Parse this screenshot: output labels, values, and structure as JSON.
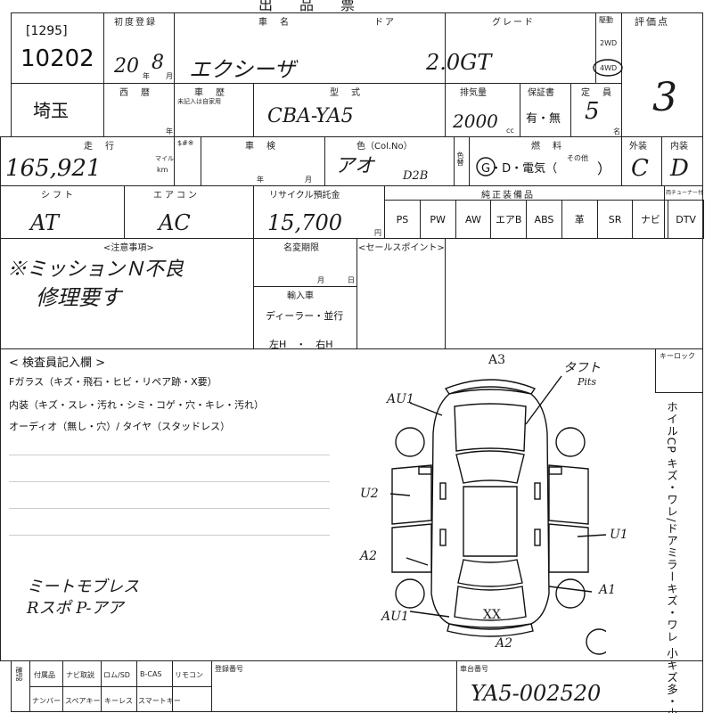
{
  "header": {
    "top_title": "出品票",
    "lot_code": "[1295]",
    "lot_number": "10202",
    "labels": {
      "first_reg": "初度登録",
      "car_name": "車　名",
      "door": "ドア",
      "grade": "グレード",
      "drive": "駆動",
      "score": "評価点",
      "drive_2wd": "2WD",
      "drive_4wd": "4WD",
      "year_unit": "年",
      "month_unit": "月"
    },
    "first_reg_value": "20",
    "first_reg_month": "8",
    "car_name_value": "エクシーザ",
    "grade_value": "2.0GT",
    "score_value": "3"
  },
  "row2": {
    "region": "埼玉",
    "labels": {
      "calendar": "西　暦",
      "history": "車　歴",
      "history_note": "未記入は自家用",
      "model": "型　式",
      "displacement": "排気量",
      "warranty": "保証書",
      "capacity": "定　員",
      "year_unit": "年",
      "cc": "cc",
      "persons": "名"
    },
    "warranty_options": "有・無",
    "model_value": "CBA-YA5",
    "displacement_value": "2000",
    "capacity_value": "5"
  },
  "row3": {
    "labels": {
      "mileage": "走　行",
      "sdollar": "$#※",
      "inspection": "車　検",
      "color": "色（Col.No）",
      "fuel": "燃　料",
      "exterior": "外装",
      "interior": "内装",
      "mile": "マイル",
      "km": "km",
      "year_unit": "年",
      "month_unit": "月",
      "color_change": "色替",
      "fuel_options": "G・D・電気（",
      "fuel_other": "その他",
      "fuel_close": "）"
    },
    "mileage_value": "165,921",
    "color_value": "アオ",
    "color_no": "D2B",
    "exterior_value": "C",
    "interior_value": "D"
  },
  "row4": {
    "labels": {
      "shift": "シフト",
      "aircon": "エアコン",
      "recycle": "リサイクル預託金",
      "yen": "円",
      "genuine": "純正装備品",
      "tuner": "両チューナー付"
    },
    "shift_value": "AT",
    "aircon_value": "AC",
    "recycle_value": "15,700",
    "equipment": [
      "PS",
      "PW",
      "AW",
      "エアB",
      "ABS",
      "革",
      "SR",
      "ナビ",
      "DTV"
    ]
  },
  "row5": {
    "labels": {
      "notes": "<注意事項>",
      "name_change": "名変期限",
      "month_unit": "月",
      "day_unit": "日",
      "import": "輸入車",
      "dealer": "ディーラー・並行",
      "steering": "左H　・　右H",
      "sales_point": "<セールスポイント>"
    },
    "notes_line1": "※ミッションＮ不良",
    "notes_line2": "修理要す"
  },
  "inspector": {
    "title": "< 検査員記入欄 >",
    "glass": "Fガラス（キズ・飛石・ヒビ・リペア跡・X要）",
    "interior": "内装（キズ・スレ・汚れ・シミ・コゲ・穴・キレ・汚れ）",
    "audio": "オーディオ（無し・穴）/ タイヤ（スタッドレス）",
    "note1": "ミートモブレス",
    "note2": "Rスポ P-アア",
    "key_label": "キーロック",
    "side_note": "ホイルCP キズ・ワレ/ドアミラーキズ・ワレ 小キズ多・小U有・補修有",
    "diagram_labels": {
      "a3": "A3",
      "dent": "タフト",
      "pits": "Pits",
      "au1_top": "AU1",
      "u2": "U2",
      "u1": "U1",
      "a2_left": "A2",
      "a1": "A1",
      "au1_bottom": "AU1",
      "xx": "XX",
      "a2_bottom": "A2"
    }
  },
  "footer": {
    "labels": {
      "registry": "登録番号",
      "chassis": "車台番号",
      "preparation": "確認",
      "supplies": "付属品",
      "navi": "ナビ取説",
      "rom": "ロム/SD",
      "bcas": "B-CAS",
      "remote": "リモコン",
      "plate": "ナンバー",
      "spare": "スペアキー",
      "keyless": "キーレス",
      "smartkey": "スマートキー"
    },
    "chassis_value": "YA5-002520"
  }
}
